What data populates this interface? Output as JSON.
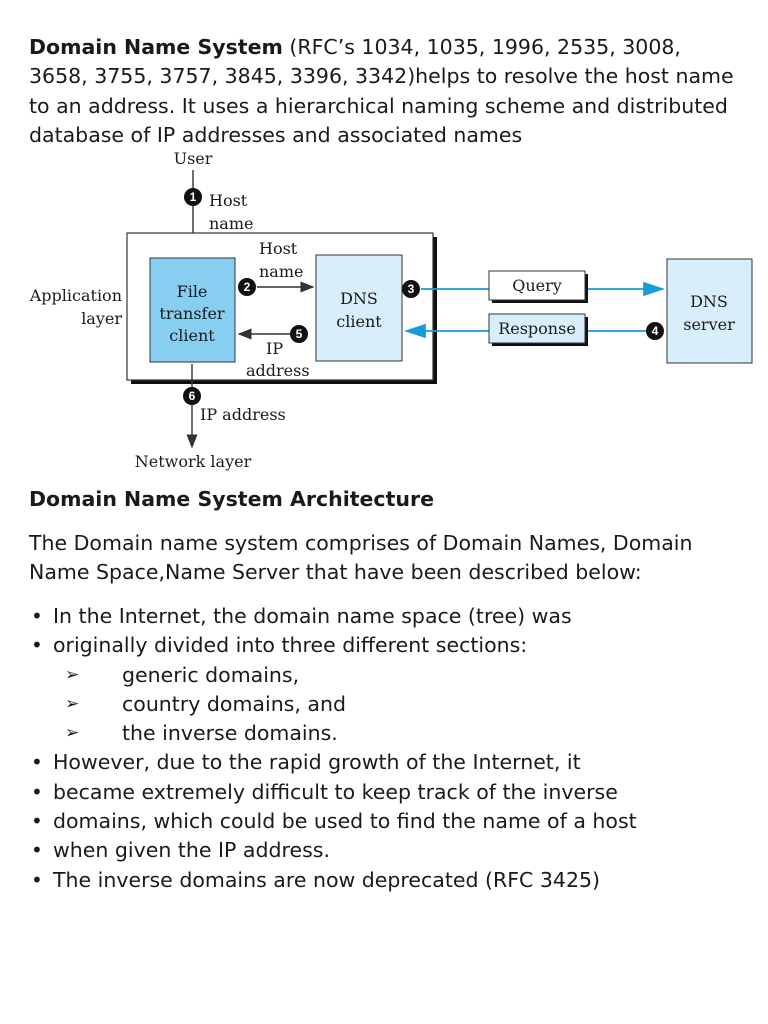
{
  "intro": {
    "term": "Domain Name System",
    "rest": " (RFC’s 1034, 1035, 1996, 2535, 3008, 3658, 3755, 3757, 3845, 3396, 3342)helps to resolve the host name to an address. It uses a hierarchical naming scheme and distributed database of IP addresses and associated names"
  },
  "diagram": {
    "user": "User",
    "host1": "Host",
    "name1": "name",
    "host2": "Host",
    "name2": "name",
    "app1": "Application",
    "app2": "layer",
    "ftc1": "File",
    "ftc2": "transfer",
    "ftc3": "client",
    "dnsc1": "DNS",
    "dnsc2": "client",
    "query": "Query",
    "response": "Response",
    "dnss1": "DNS",
    "dnss2": "server",
    "ip1": "IP",
    "ip2": "address",
    "ipaddr": "IP address",
    "network": "Network layer",
    "steps": [
      "1",
      "2",
      "3",
      "4",
      "5",
      "6"
    ],
    "colors": {
      "box_fill": "#87cef0",
      "box_light": "#d8eefb",
      "arrow_blue": "#1a9ad6"
    }
  },
  "section_title": "Domain Name System Architecture",
  "description": "The Domain name system comprises of Domain Names, Domain Name Space,Name Server that have been described below:",
  "list": {
    "b1": "In the Internet, the domain name space (tree) was",
    "b2": "originally divided into three different sections:",
    "s1": "generic domains,",
    "s2": "country domains, and",
    "s3": "the inverse domains.",
    "b3": "However, due to the rapid growth of the Internet, it",
    "b4": "became extremely difficult to keep track of the inverse",
    "b5": "domains, which could be used to find the name of a host",
    "b6": "when given the IP address.",
    "b7": "The inverse domains are now deprecated (RFC 3425)"
  }
}
